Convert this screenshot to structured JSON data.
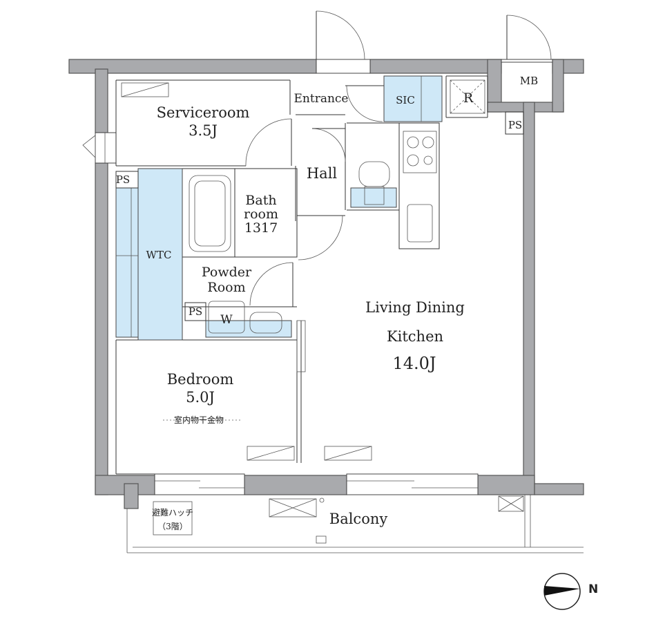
{
  "rooms": {
    "serviceroom": "Serviceroom",
    "serviceroom_size": "3.5J",
    "entrance": "Entrance",
    "sic": "SIC",
    "refrigerator": "R",
    "mb": "MB",
    "ps_top_right": "PS",
    "hall": "Hall",
    "ps_left": "PS",
    "bath_line1": "Bath",
    "bath_line2": "room",
    "bath_size": "1317",
    "wtc": "WTC",
    "powder_line1": "Powder",
    "powder_line2": "Room",
    "ps_powder": "PS",
    "washer": "W",
    "ldk_line1": "Living Dining",
    "ldk_line2": "Kitchen",
    "ldk_size": "14.0J",
    "bedroom": "Bedroom",
    "bedroom_size": "5.0J",
    "drying_rack": "室内物干金物",
    "balcony": "Balcony",
    "hatch_line1": "避難ハッチ",
    "hatch_line2": "（3階）"
  },
  "compass": {
    "north": "N"
  },
  "colors": {
    "wall": "#a9aaad",
    "storage": "#cfe8f7"
  }
}
